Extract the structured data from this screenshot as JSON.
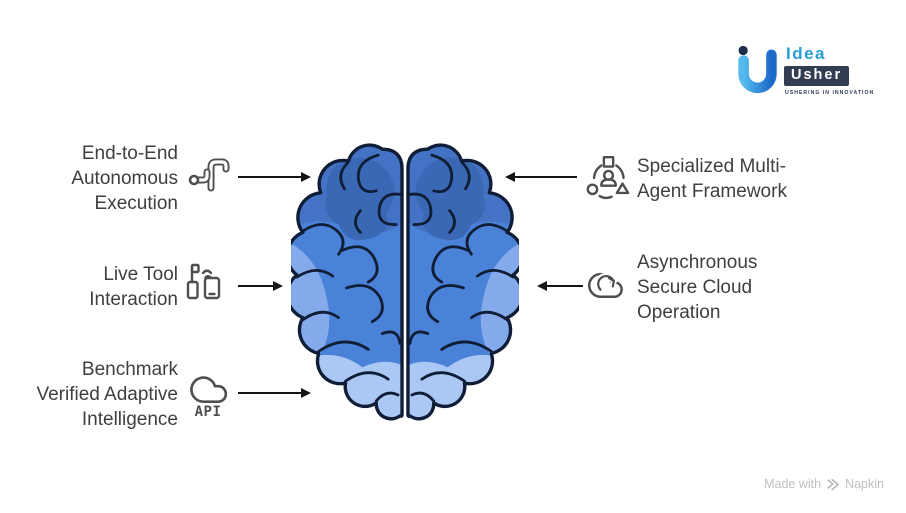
{
  "logo": {
    "brand_line1": "Idea",
    "brand_line2": "Usher",
    "tagline": "USHERING IN INNOVATION",
    "colors": {
      "mark_light": "#54BBEC",
      "mark_dark": "#1B69C8",
      "navy": "#323D52",
      "accent_text": "#2A9CD6"
    }
  },
  "diagram": {
    "center_figure": "brain-top-view",
    "brain": {
      "colors": {
        "base": "#4A82D8",
        "frontal": "#4473C6",
        "frontal_dark": "#3A68B5",
        "side_light": "#85AAEB",
        "bottom_light": "#ABC7F4",
        "outline": "#0F1D36"
      }
    },
    "left_items": [
      {
        "label": "End-to-End\nAutonomous\nExecution",
        "icon": "workflow-route"
      },
      {
        "label": "Live Tool\nInteraction",
        "icon": "device-link"
      },
      {
        "label": "Benchmark\nVerified Adaptive\nIntelligence",
        "icon": "api-cloud",
        "icon_text": "API"
      }
    ],
    "right_items": [
      {
        "label": "Specialized Multi-\nAgent Framework",
        "icon": "multi-agent"
      },
      {
        "label": "Asynchronous\nSecure Cloud\nOperation",
        "icon": "cloud-sync"
      }
    ],
    "arrow_color": "#161616",
    "label_color": "#3F3F3F",
    "icon_color": "#4F4F4F"
  },
  "footer": {
    "made_with": "Made with",
    "brand": "Napkin"
  }
}
